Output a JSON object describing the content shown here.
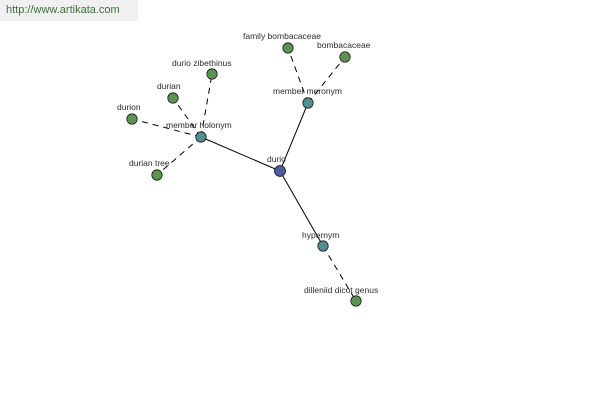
{
  "watermark": {
    "text": "http://www.artikata.com"
  },
  "colors": {
    "center_node": "#4a5ba0",
    "relation_node": "#4f8f8f",
    "leaf_node": "#5a9450",
    "edge": "#000000"
  },
  "graph": {
    "nodes": [
      {
        "id": "durio",
        "label": "durio",
        "kind": "center"
      },
      {
        "id": "member-holonym",
        "label": "member holonym",
        "kind": "relation"
      },
      {
        "id": "member-meronym",
        "label": "member meronym",
        "kind": "relation"
      },
      {
        "id": "hypernym",
        "label": "hypernym",
        "kind": "relation"
      },
      {
        "id": "durio-zibethinus",
        "label": "durio zibethinus",
        "kind": "leaf"
      },
      {
        "id": "durian",
        "label": "durian",
        "kind": "leaf"
      },
      {
        "id": "durion",
        "label": "durion",
        "kind": "leaf"
      },
      {
        "id": "durian-tree",
        "label": "durian tree",
        "kind": "leaf"
      },
      {
        "id": "family-bombacaceae",
        "label": "family bombacaceae",
        "kind": "leaf"
      },
      {
        "id": "bombacaceae",
        "label": "bombacaceae",
        "kind": "leaf"
      },
      {
        "id": "dilleniid-dicot-genus",
        "label": "dilleniid dicot genus",
        "kind": "leaf"
      }
    ],
    "edges": [
      {
        "from": "durio",
        "to": "member-holonym",
        "style": "solid"
      },
      {
        "from": "durio",
        "to": "member-meronym",
        "style": "solid"
      },
      {
        "from": "durio",
        "to": "hypernym",
        "style": "solid"
      },
      {
        "from": "member-holonym",
        "to": "durio-zibethinus",
        "style": "dashed"
      },
      {
        "from": "member-holonym",
        "to": "durian",
        "style": "dashed"
      },
      {
        "from": "member-holonym",
        "to": "durion",
        "style": "dashed"
      },
      {
        "from": "member-holonym",
        "to": "durian-tree",
        "style": "dashed"
      },
      {
        "from": "member-meronym",
        "to": "family-bombacaceae",
        "style": "dashed"
      },
      {
        "from": "member-meronym",
        "to": "bombacaceae",
        "style": "dashed"
      },
      {
        "from": "hypernym",
        "to": "dilleniid-dicot-genus",
        "style": "dashed"
      }
    ]
  }
}
